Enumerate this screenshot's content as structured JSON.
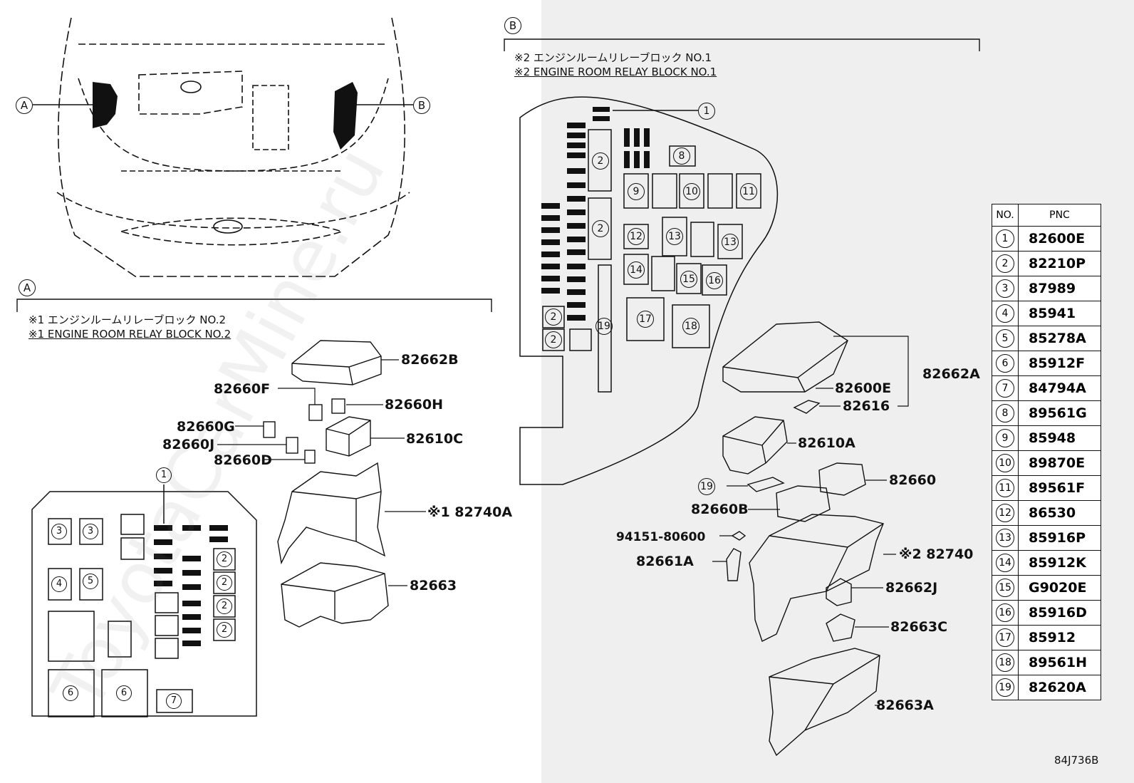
{
  "sections": {
    "a": "A",
    "b": "B"
  },
  "headers": {
    "a_jp": "※1 エンジンルームリレーブロック NO.2",
    "a_en": "※1 ENGINE ROOM RELAY BLOCK NO.2",
    "b_jp": "※2 エンジンルームリレーブロック NO.1",
    "b_en": "※2 ENGINE ROOM RELAY BLOCK NO.1"
  },
  "parts_a": [
    {
      "id": "82662B"
    },
    {
      "id": "82660F"
    },
    {
      "id": "82660H"
    },
    {
      "id": "82660G"
    },
    {
      "id": "82660J"
    },
    {
      "id": "82610C"
    },
    {
      "id": "82660D"
    },
    {
      "id": "※1 82740A"
    },
    {
      "id": "82663"
    }
  ],
  "parts_b": [
    {
      "id": "82662A"
    },
    {
      "id": "82600E"
    },
    {
      "id": "82616"
    },
    {
      "id": "82610A"
    },
    {
      "id": "82660"
    },
    {
      "id": "82660B"
    },
    {
      "id": "94151-80600"
    },
    {
      "id": "※2 82740"
    },
    {
      "id": "82661A"
    },
    {
      "id": "82662J"
    },
    {
      "id": "82663C"
    },
    {
      "id": "82663A"
    }
  ],
  "block_a_numbers": [
    "1",
    "3",
    "3",
    "4",
    "5",
    "6",
    "6",
    "7",
    "2",
    "2",
    "2",
    "2"
  ],
  "block_b_numbers": [
    "1",
    "2",
    "2",
    "8",
    "9",
    "10",
    "11",
    "12",
    "13",
    "13",
    "14",
    "15",
    "16",
    "17",
    "18",
    "19",
    "2",
    "2"
  ],
  "callout_19": "19",
  "table": {
    "header_no": "NO.",
    "header_pnc": "PNC",
    "rows": [
      {
        "no": "1",
        "pnc": "82600E"
      },
      {
        "no": "2",
        "pnc": "82210P"
      },
      {
        "no": "3",
        "pnc": "87989"
      },
      {
        "no": "4",
        "pnc": "85941"
      },
      {
        "no": "5",
        "pnc": "85278A"
      },
      {
        "no": "6",
        "pnc": "85912F"
      },
      {
        "no": "7",
        "pnc": "84794A"
      },
      {
        "no": "8",
        "pnc": "89561G"
      },
      {
        "no": "9",
        "pnc": "85948"
      },
      {
        "no": "10",
        "pnc": "89870E"
      },
      {
        "no": "11",
        "pnc": "89561F"
      },
      {
        "no": "12",
        "pnc": "86530"
      },
      {
        "no": "13",
        "pnc": "85916P"
      },
      {
        "no": "14",
        "pnc": "85912K"
      },
      {
        "no": "15",
        "pnc": "G9020E"
      },
      {
        "no": "16",
        "pnc": "85916D"
      },
      {
        "no": "17",
        "pnc": "85912"
      },
      {
        "no": "18",
        "pnc": "89561H"
      },
      {
        "no": "19",
        "pnc": "82620A"
      }
    ]
  },
  "watermark": "ToyotaCarMine.ru",
  "figure_code": "84J736B"
}
